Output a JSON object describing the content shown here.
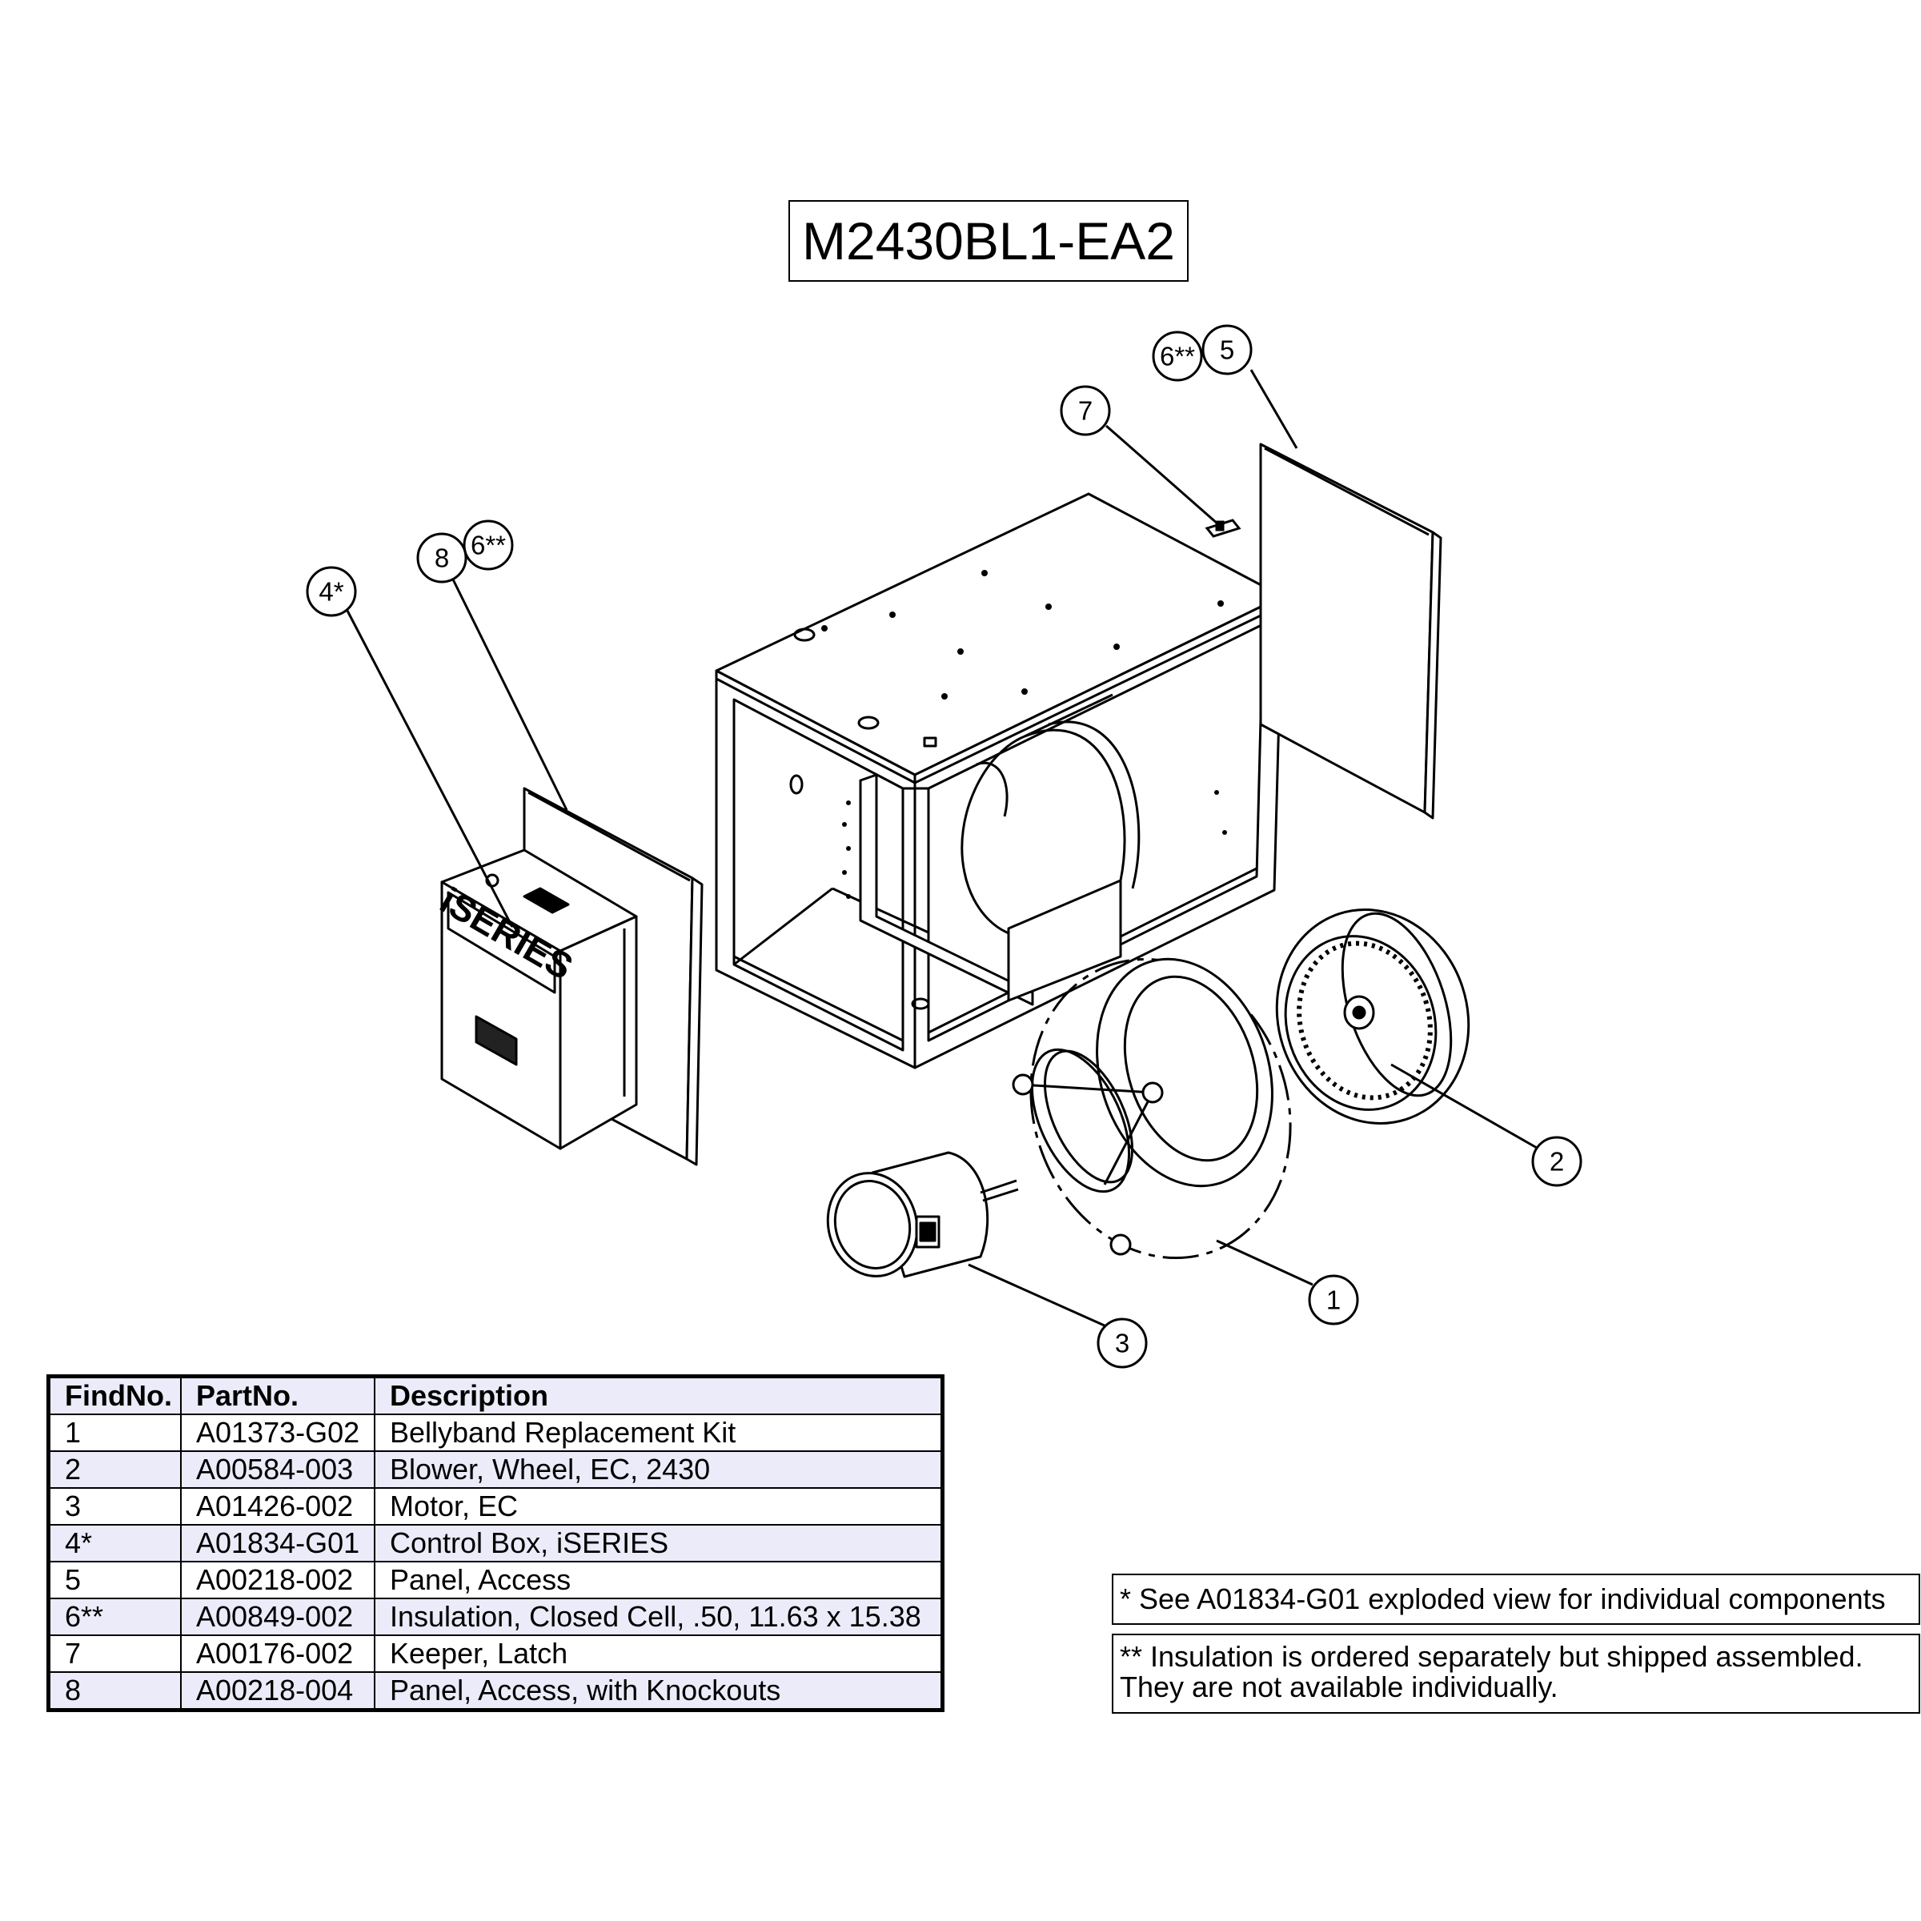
{
  "title": "M2430BL1-EA2",
  "callouts": [
    {
      "id": "1",
      "label": "1"
    },
    {
      "id": "2",
      "label": "2"
    },
    {
      "id": "3",
      "label": "3"
    },
    {
      "id": "4",
      "label": "4*"
    },
    {
      "id": "5",
      "label": "5"
    },
    {
      "id": "6a",
      "label": "6**"
    },
    {
      "id": "6b",
      "label": "6**"
    },
    {
      "id": "7",
      "label": "7"
    },
    {
      "id": "8",
      "label": "8"
    }
  ],
  "control_box_logo": "iSERIES",
  "parts_table": {
    "headers": [
      "FindNo.",
      "PartNo.",
      "Description"
    ],
    "rows": [
      [
        "1",
        "A01373-G02",
        "Bellyband Replacement Kit"
      ],
      [
        "2",
        "A00584-003",
        "Blower, Wheel, EC, 2430"
      ],
      [
        "3",
        "A01426-002",
        "Motor, EC"
      ],
      [
        "4*",
        "A01834-G01",
        "Control Box, iSERIES"
      ],
      [
        "5",
        "A00218-002",
        "Panel, Access"
      ],
      [
        "6**",
        "A00849-002",
        "Insulation, Closed Cell, .50, 11.63 x 15.38"
      ],
      [
        "7",
        "A00176-002",
        "Keeper, Latch"
      ],
      [
        "8",
        "A00218-004",
        "Panel, Access, with Knockouts"
      ]
    ]
  },
  "notes": {
    "note1": "* See A01834-G01 exploded view for individual components",
    "note2_line1": "** Insulation is ordered separately but shipped assembled.",
    "note2_line2": "They are not available individually."
  }
}
